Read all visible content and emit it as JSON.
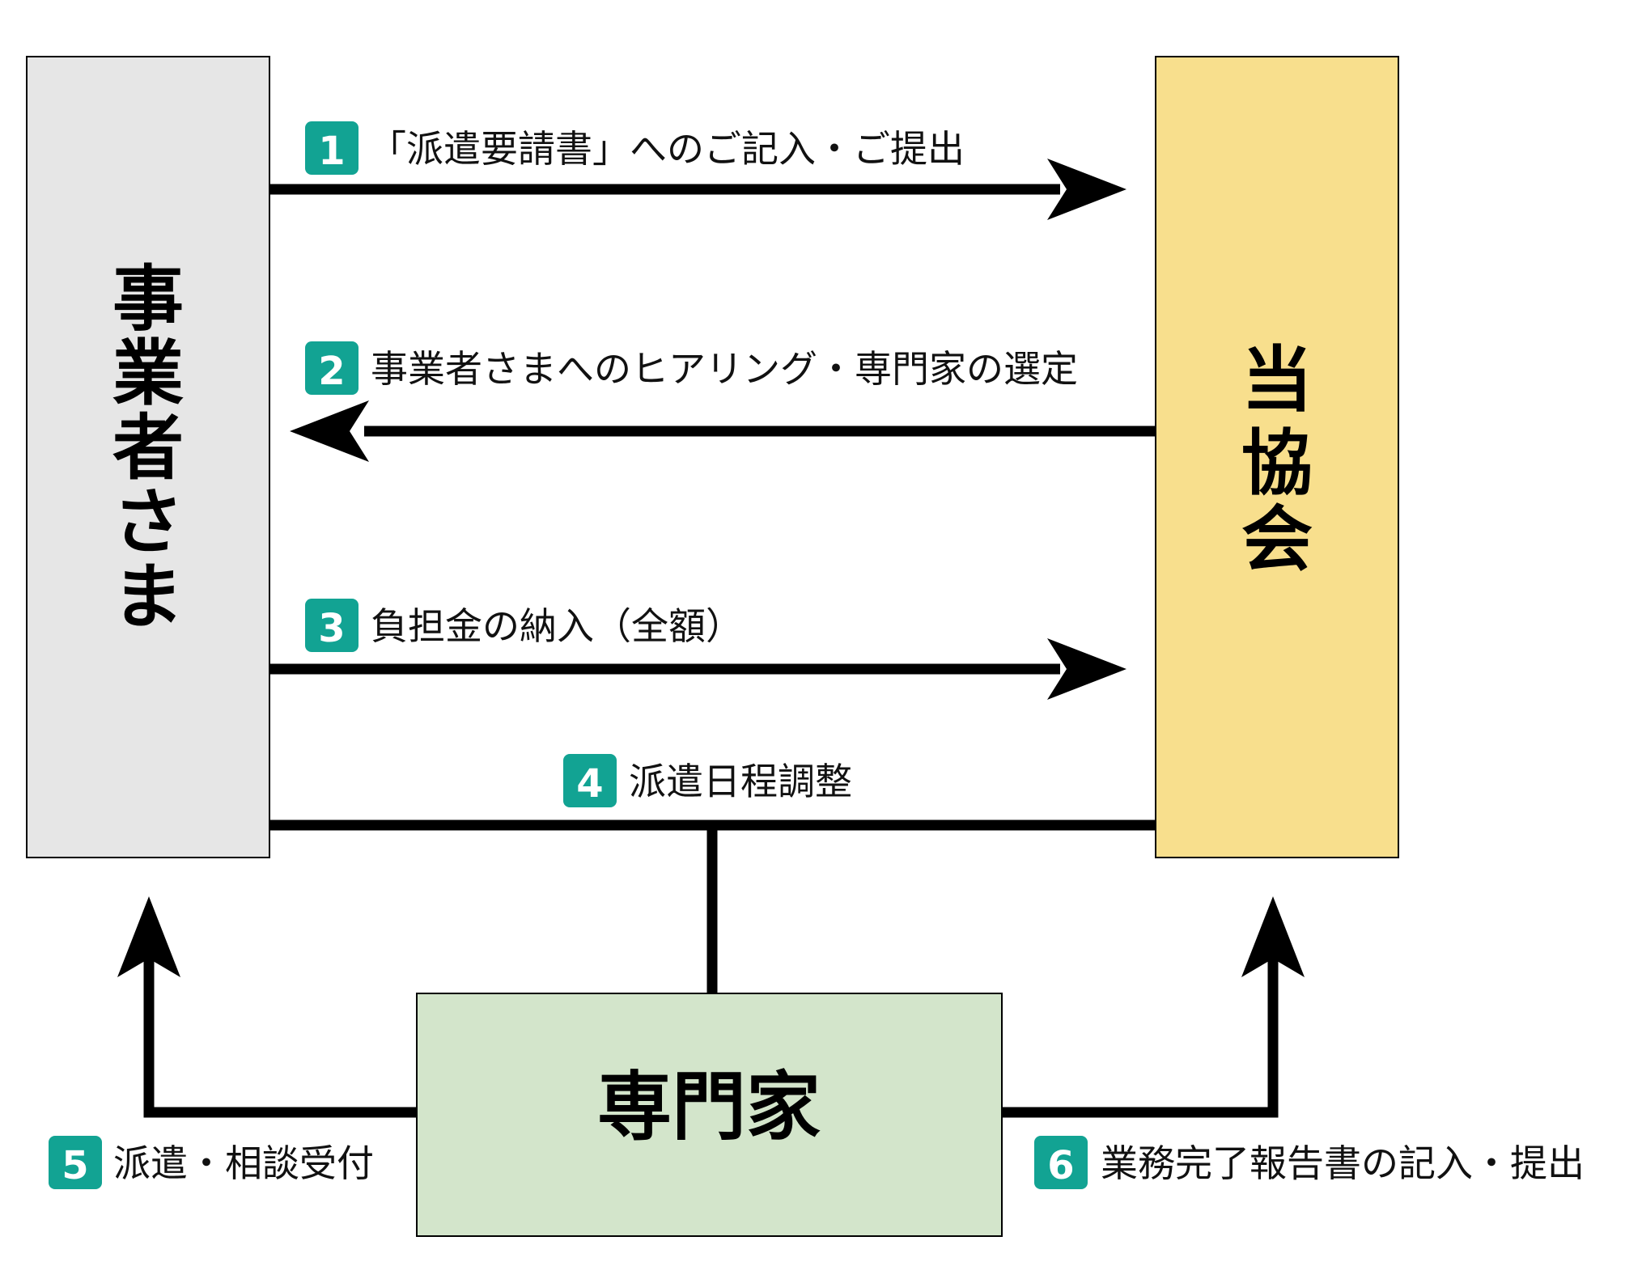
{
  "nodes": {
    "business": {
      "label": "事業者さま",
      "fill": "#e6e6e6"
    },
    "association": {
      "label": "当協会",
      "fill": "#f8df8d"
    },
    "expert": {
      "label": "専門家",
      "fill": "#d3e5cb"
    }
  },
  "steps": [
    {
      "number": "1",
      "label": "「派遣要請書」へのご記入・ご提出"
    },
    {
      "number": "2",
      "label": "事業者さまへのヒアリング・専門家の選定"
    },
    {
      "number": "3",
      "label": "負担金の納入（全額）"
    },
    {
      "number": "4",
      "label": "派遣日程調整"
    },
    {
      "number": "5",
      "label": "派遣・相談受付"
    },
    {
      "number": "6",
      "label": "業務完了報告書の記入・提出"
    }
  ],
  "colors": {
    "badge": "#12a393",
    "line": "#000000"
  }
}
